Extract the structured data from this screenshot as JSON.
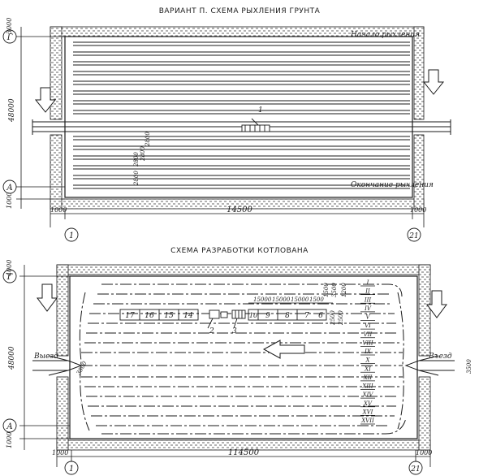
{
  "top_scheme": {
    "title": "ВАРИАНТ П. СХЕМА РЫХЛЕНИЯ ГРУНТА",
    "axis_g": "Г",
    "axis_a": "А",
    "axis_1": "1",
    "axis_21": "21",
    "dim_left_top": "3000",
    "dim_left_total": "48000",
    "dim_left_bottom": "1000",
    "dim_bottom_total": "14500",
    "dim_bottom_left": "1000",
    "dim_bottom_right": "1000",
    "dim_strip_a": "2800",
    "dim_strip_b": "2800",
    "dim_strip_c": "2800",
    "dim_strip_d": "2800",
    "label_start": "Начало рыхления",
    "label_end": "Окончание рыхления",
    "callout_1": "1"
  },
  "bottom_scheme": {
    "title": "СХЕМА РАЗРАБОТКИ КОТЛОВАНА",
    "axis_g": "Г",
    "axis_a": "А",
    "axis_1": "1",
    "axis_21": "21",
    "dim_left_top": "4000",
    "dim_left_total": "48000",
    "dim_left_bottom": "1000",
    "dim_bottom_total": "114500",
    "dim_bottom_left": "1000",
    "dim_bottom_right": "1000",
    "dim_exit_left": "3500",
    "dim_exit_right": "3500",
    "dims_top": [
      "15000",
      "15000",
      "15000",
      "1500",
      "1500",
      "3500"
    ],
    "dim_vertical_a": "2500",
    "dim_vertical_b": "2500",
    "dim_vertical_c": "1200",
    "label_exit_left": "Выезд",
    "label_exit_right": "Въезд",
    "segments_left": [
      "17",
      "16",
      "15",
      "14"
    ],
    "segments_right": [
      "10",
      "9",
      "8",
      "7",
      "6"
    ],
    "callout_2": "2",
    "callout_3": "3",
    "roman_lanes": [
      "I",
      "II",
      "III",
      "IV",
      "V",
      "VI",
      "VII",
      "VIII",
      "IX",
      "X",
      "XI",
      "XII",
      "XIII",
      "XIV",
      "XV",
      "XVI",
      "XVII"
    ]
  }
}
